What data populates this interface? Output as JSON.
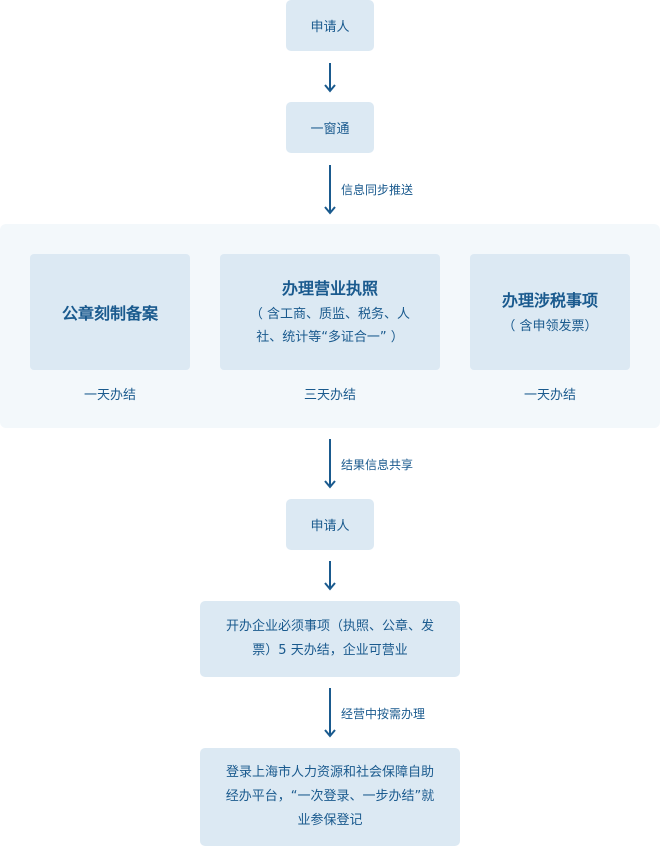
{
  "nodes": {
    "applicant_top": "申请人",
    "one_window": "一窗通",
    "applicant_mid": "申请人",
    "open_business": "开办企业必须事项（执照、公章、发票）5 天办结，企业可营业",
    "social_security": "登录上海市人力资源和社会保障自助经办平台，“一次登录、一步办结”就业参保登记"
  },
  "edges": {
    "info_sync": "信息同步推送",
    "result_share": "结果信息共享",
    "as_needed": "经营中按需办理"
  },
  "cards": [
    {
      "title": "公章刻制备案",
      "subtitle": "",
      "duration": "一天办结"
    },
    {
      "title": "办理营业执照",
      "subtitle": "（ 含工商、质监、税务、人社、统计等“多证合一” ）",
      "duration": "三天办结"
    },
    {
      "title": "办理涉税事项",
      "subtitle": "（ 含申领发票）",
      "duration": "一天办结"
    }
  ],
  "colors": {
    "accent": "#1a5a8e",
    "box": "#dce9f3",
    "panel": "#f3f8fb"
  }
}
